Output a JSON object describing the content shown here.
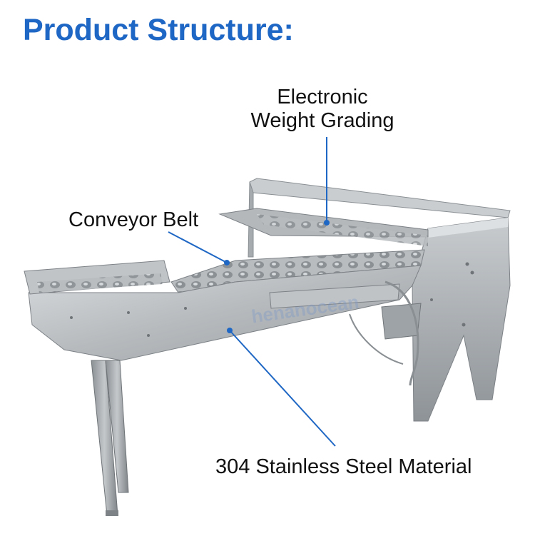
{
  "title": "Product Structure:",
  "labels": {
    "weight_line1": "Electronic",
    "weight_line2": "Weight Grading",
    "conveyor": "Conveyor Belt",
    "steel": "304 Stainless Steel Material"
  },
  "watermark": "henanocean",
  "colors": {
    "title": "#1f67c4",
    "leader": "#1f67c4",
    "steel_light": "#cfd3d6",
    "steel_mid": "#a9aeb2",
    "steel_dark": "#7d8287"
  }
}
